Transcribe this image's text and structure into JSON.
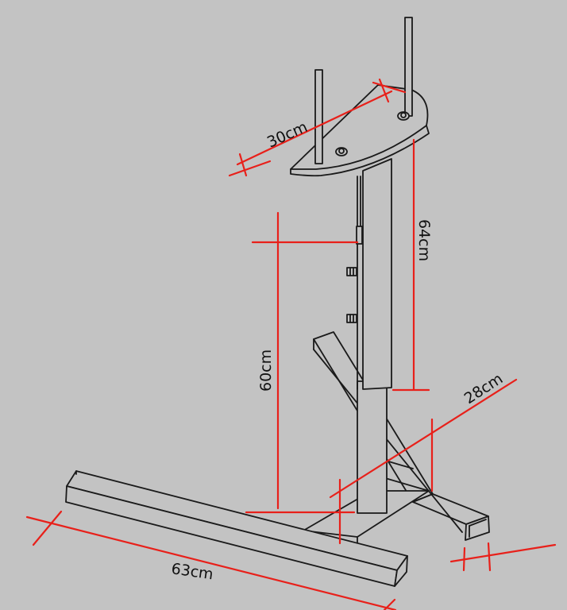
{
  "dimensions": {
    "base_front_length": "63cm",
    "base_depth": "28cm",
    "column_height": "60cm",
    "upper_tube_length": "64cm",
    "top_plate_width": "30cm"
  },
  "colors": {
    "background": "#c3c3c3",
    "outline": "#1a1a1a",
    "dimension_line": "#e8201a"
  }
}
